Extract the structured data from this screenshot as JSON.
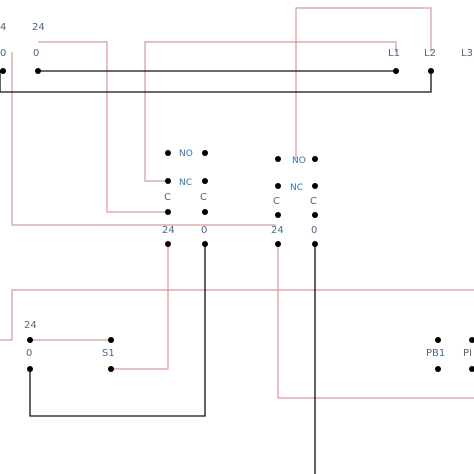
{
  "colors": {
    "wire_red": "#d89a9a",
    "wire_black": "#111111",
    "terminal_dot": "#000000",
    "label_text": "#4a6a88",
    "contact_text": "#2f72b8"
  },
  "top_bus": {
    "left_24": "4",
    "left_0": "0",
    "label_24": "24",
    "label_0": "0",
    "l1": "L1",
    "l2": "L2",
    "l3": "L3"
  },
  "relay_a": {
    "no": "NO",
    "nc": "NC",
    "c1": "C",
    "c2": "C",
    "v24": "24",
    "v0": "0"
  },
  "relay_b": {
    "no": "NO",
    "nc": "NC",
    "c1": "C",
    "c2": "C",
    "v24": "24",
    "v0": "0"
  },
  "bottom_left": {
    "v24": "24",
    "v0": "0",
    "s1": "S1"
  },
  "bottom_right": {
    "pb1": "PB1",
    "pb2": "PI"
  }
}
